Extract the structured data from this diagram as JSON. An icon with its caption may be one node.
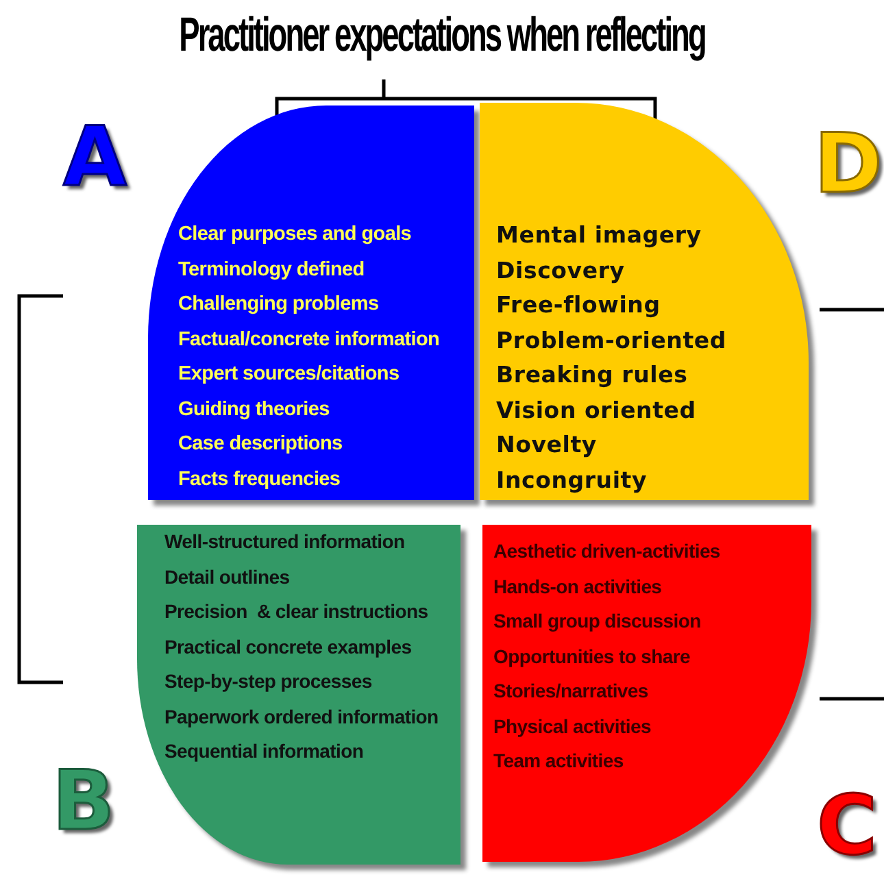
{
  "diagram": {
    "title": "Practitioner expectations when reflecting",
    "nodes": [
      {
        "text": [
          "Clear purposes and goals",
          "Terminology defined",
          "Challenging problems",
          "Factual/concrete information",
          "Expert sources/citations",
          "Guiding theories",
          "Case descriptions",
          "Facts frequencies"
        ],
        "beside": [
          "A"
        ]
      },
      {
        "text": [
          "Mental imagery",
          "Discovery",
          "Free-flowing",
          "Problem-oriented",
          "Breaking rules",
          "Vision oriented",
          "Novelty",
          "Incongruity"
        ],
        "beside": [
          "D"
        ]
      },
      {
        "text": [
          "Well-structured information",
          "Detail outlines",
          "Precision  & clear instructions",
          "Practical concrete examples",
          "Step-by-step processes",
          "Paperwork ordered information",
          "Sequential information"
        ],
        "beside": [
          "B"
        ]
      },
      {
        "text": [
          "Aesthetic driven-activities",
          "Hands-on activities",
          "Small group discussion",
          "Opportunities to share",
          "Stories/narratives",
          "Physical activities",
          "Team activities"
        ],
        "beside": [
          "C"
        ]
      }
    ]
  }
}
